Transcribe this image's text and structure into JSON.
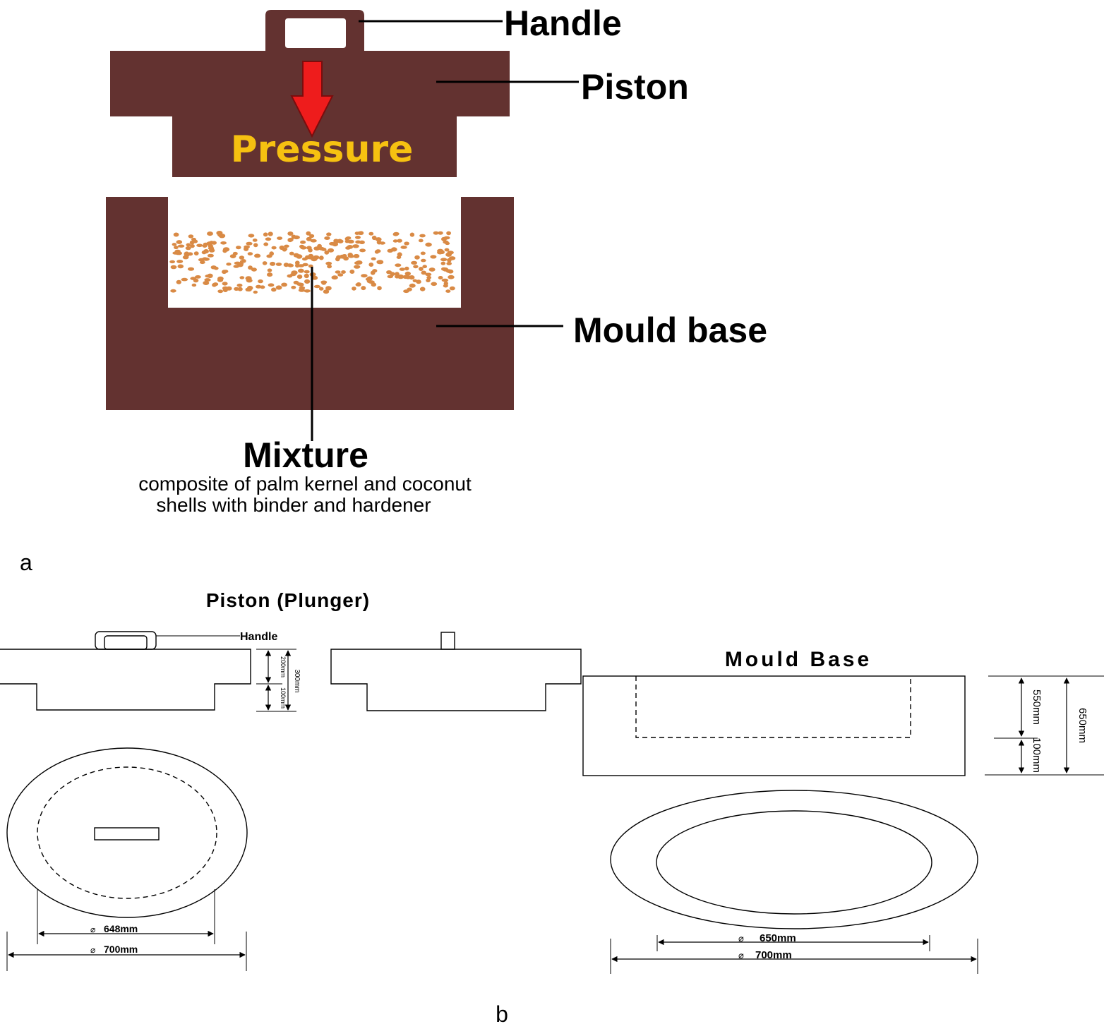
{
  "colors": {
    "body": "#633230",
    "arrow": "#ee1c1c",
    "pressure_text": "#f6c111",
    "particle": "#d98a45",
    "line": "#000000"
  },
  "figure_a": {
    "handle_label": "Handle",
    "piston_label": "Piston",
    "pressure_label": "Pressure",
    "mould_base_label": "Mould base",
    "mixture_label": "Mixture",
    "mixture_desc_line1": "composite of palm kernel and coconut",
    "mixture_desc_line2": "shells with binder and hardener",
    "panel_label": "a"
  },
  "figure_b": {
    "piston_title": "Piston (Plunger)",
    "handle_label": "Handle",
    "mould_base_title": "Mould Base",
    "piston_dim_200": "200mm",
    "piston_dim_300": "300mm",
    "piston_dim_100": "100mm",
    "piston_inner_diameter": "648mm",
    "piston_outer_diameter": "700mm",
    "base_dim_550": "550mm",
    "base_dim_650": "650mm",
    "base_dim_100": "100mm",
    "base_inner_diameter": "650mm",
    "base_outer_diameter": "700mm",
    "panel_label": "b"
  }
}
